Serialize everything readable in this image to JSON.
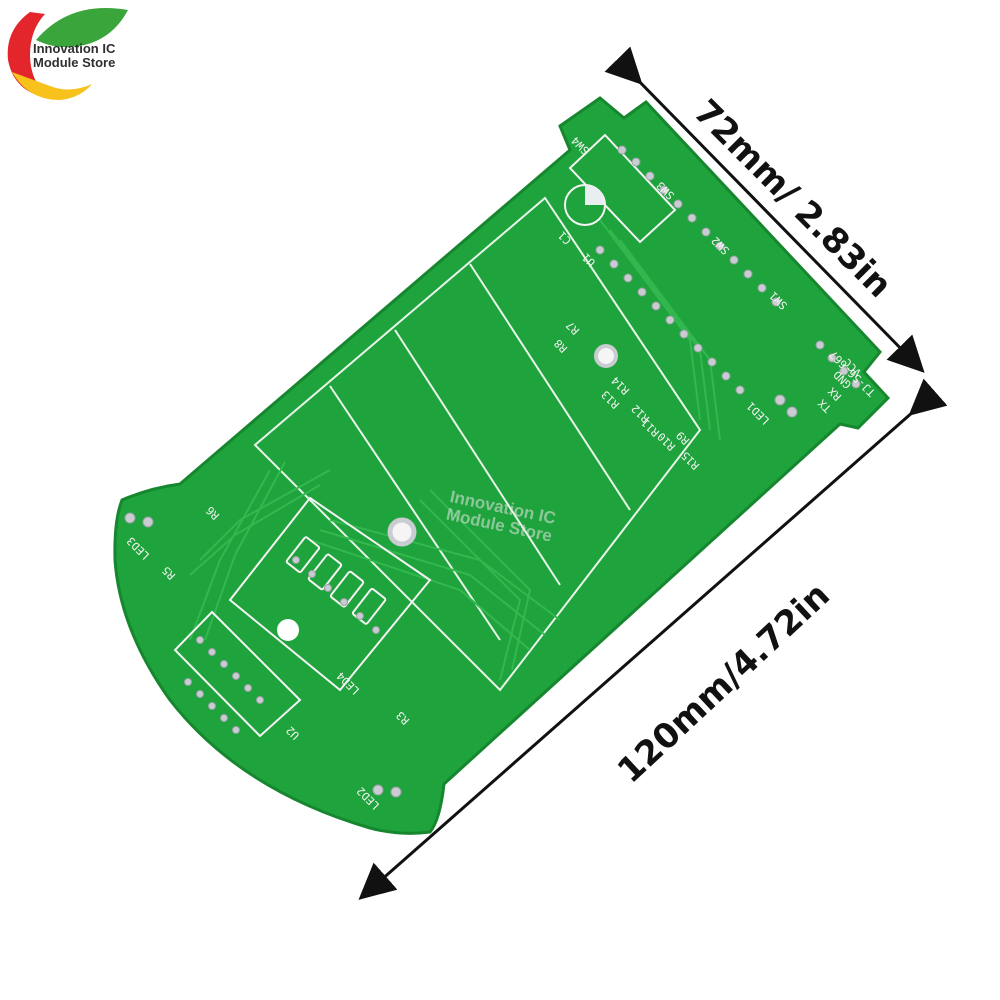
{
  "logo": {
    "line1": "Innovation IC",
    "line2": "Module Store"
  },
  "dimensions": {
    "width_label": "72mm/ 2.83in",
    "length_label": "120mm/4.72in"
  },
  "watermark": {
    "line1": "Innovation IC",
    "line2": "Module Store"
  },
  "silkscreen": {
    "sw4": "SW4",
    "sw3": "SW3",
    "sw2": "SW2",
    "sw1": "SW1",
    "c1": "C1",
    "u1": "U1",
    "r7": "R7",
    "r8": "R8",
    "r14": "R14",
    "r13": "R13",
    "r12": "R12",
    "r11": "R11",
    "r10": "R10",
    "r9": "R9",
    "r15": "R15",
    "led1": "LED1",
    "vcc": "VCC",
    "gnd": "GND",
    "rx": "RX",
    "tx": "TX",
    "board_id": "TJ-56-667",
    "r6": "R6",
    "led3": "LED3",
    "r5": "R5",
    "u2": "U2",
    "led4": "LED4",
    "r3": "R3",
    "led2": "LED2"
  },
  "colors": {
    "pcb_green": "#1fa33c",
    "pcb_edge": "#16862f",
    "silkscreen": "#f4f4f4",
    "pad_silver": "#c9ccd0",
    "arrow_black": "#111111",
    "logo_red": "#e3262c",
    "logo_yellow": "#f6c21b",
    "logo_green": "#3aa53a"
  }
}
